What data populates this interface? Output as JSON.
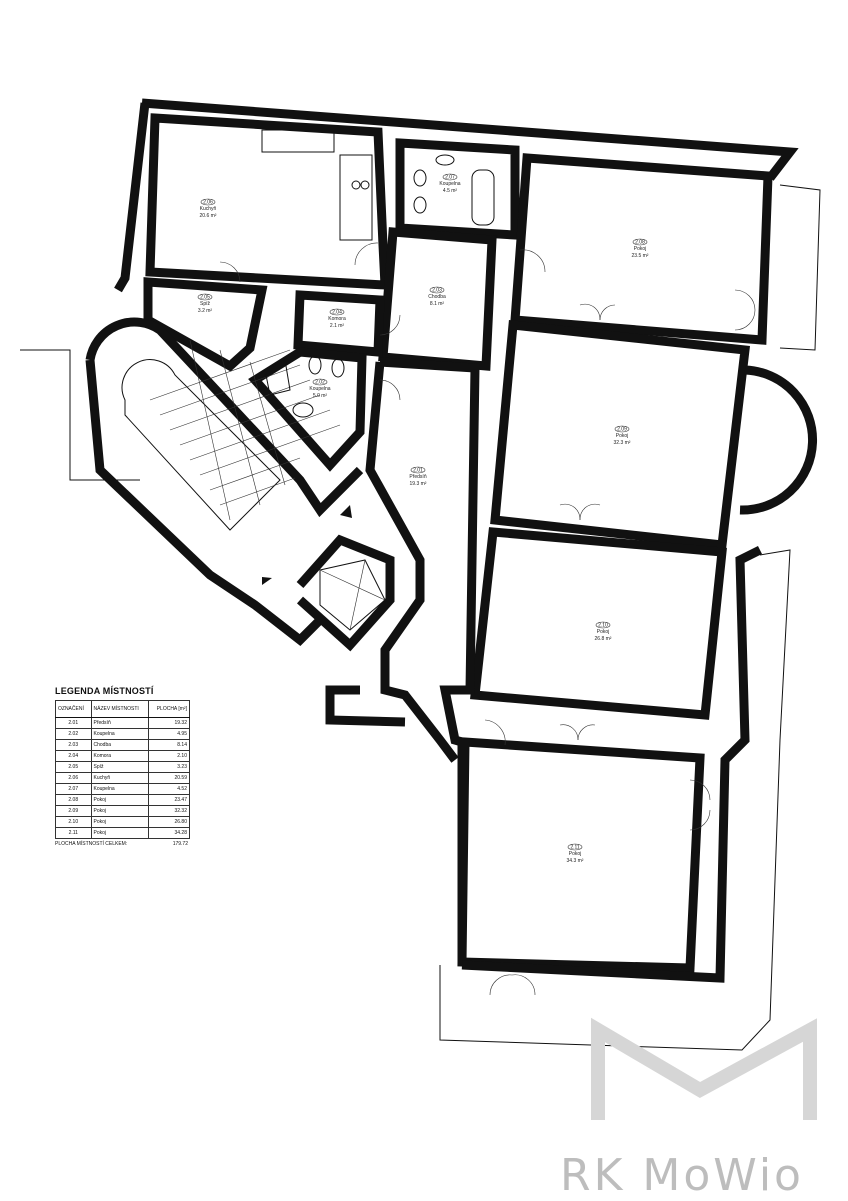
{
  "rooms": [
    {
      "id": "2.06",
      "name": "Kuchyň",
      "area": "20.6 m²"
    },
    {
      "id": "2.07",
      "name": "Koupelna",
      "area": "4.5 m²"
    },
    {
      "id": "2.08",
      "name": "Pokoj",
      "area": "23.5 m²"
    },
    {
      "id": "2.05",
      "name": "Spíž",
      "area": "3.2 m²"
    },
    {
      "id": "2.04",
      "name": "Komora",
      "area": "2.1 m²"
    },
    {
      "id": "2.03",
      "name": "Chodba",
      "area": "8.1 m²"
    },
    {
      "id": "2.02",
      "name": "Koupelna",
      "area": "5.0 m²"
    },
    {
      "id": "2.09",
      "name": "Pokoj",
      "area": "32.3 m²"
    },
    {
      "id": "2.01",
      "name": "Předsíň",
      "area": "19.3 m²"
    },
    {
      "id": "2.10",
      "name": "Pokoj",
      "area": "26.8 m²"
    },
    {
      "id": "2.11",
      "name": "Pokoj",
      "area": "34.3 m²"
    }
  ],
  "legend": {
    "title": "LEGENDA MÍSTNOSTÍ",
    "headers": [
      "OZNAČENÍ",
      "NÁZEV MÍSTNOSTI",
      "PLOCHA [m²]"
    ],
    "rows": [
      [
        "2.01",
        "Předsíň",
        "19.32"
      ],
      [
        "2.02",
        "Koupelna",
        "4.95"
      ],
      [
        "2.03",
        "Chodba",
        "8.14"
      ],
      [
        "2.04",
        "Komora",
        "2.10"
      ],
      [
        "2.05",
        "Spíž",
        "3.23"
      ],
      [
        "2.06",
        "Kuchyň",
        "20.59"
      ],
      [
        "2.07",
        "Koupelna",
        "4.52"
      ],
      [
        "2.08",
        "Pokoj",
        "23.47"
      ],
      [
        "2.09",
        "Pokoj",
        "32.32"
      ],
      [
        "2.10",
        "Pokoj",
        "26.80"
      ],
      [
        "2.11",
        "Pokoj",
        "34.28"
      ]
    ],
    "total_label": "PLOCHA MÍSTNOSTÍ CELKEM:",
    "total_value": "179.72"
  },
  "watermark": {
    "text": "RK MoWio",
    "color": "#bdbdbd"
  }
}
